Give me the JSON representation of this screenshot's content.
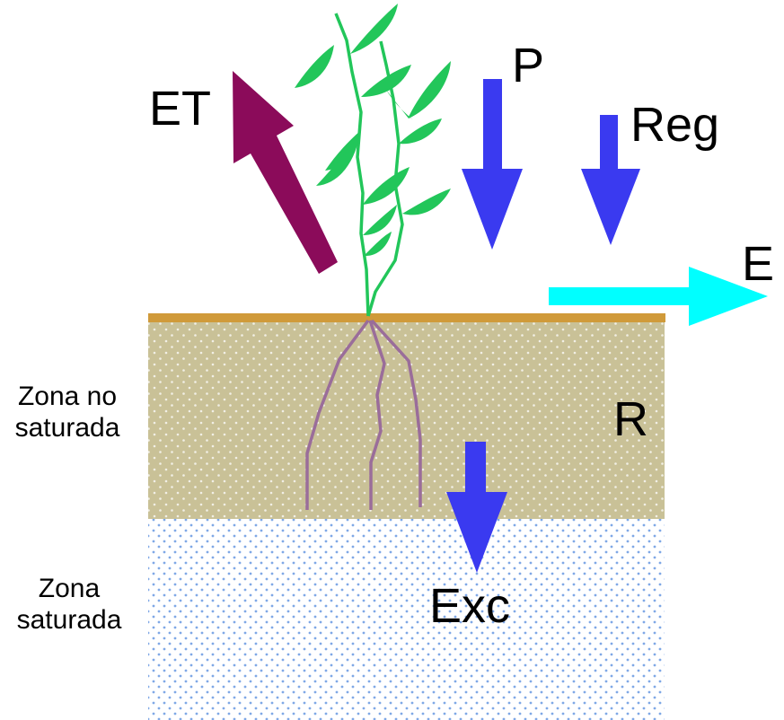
{
  "labels": {
    "et": "ET",
    "p": "P",
    "reg": "Reg",
    "e": "E",
    "r": "R",
    "exc": "Exc"
  },
  "zones": {
    "unsaturated_line1": "Zona no",
    "unsaturated_line2": "saturada",
    "saturated_line1": "Zona",
    "saturated_line2": "saturada"
  },
  "colors": {
    "et_arrow": "#8b0b5a",
    "down_arrows": "#3a3af0",
    "e_arrow": "#00ffff",
    "ground_surface": "#d09a3a",
    "unsaturated_zone": "#c9c197",
    "saturated_dots": "#7fa8e6",
    "plant": "#22c65a",
    "roots": "#9a6d9a"
  }
}
